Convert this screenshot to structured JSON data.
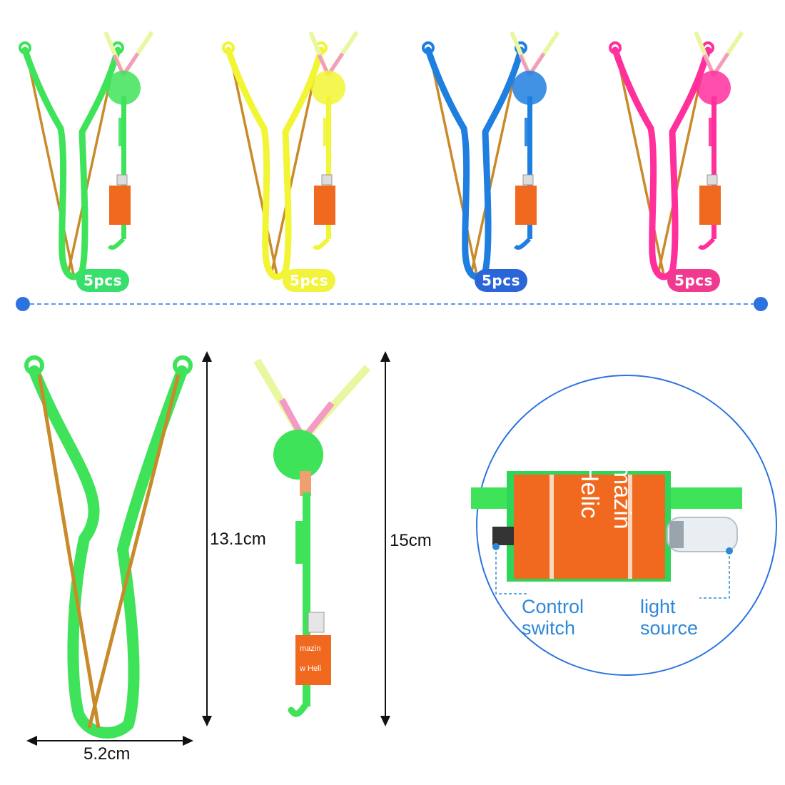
{
  "variants": [
    {
      "count": "5pcs",
      "color": "#3fe35a",
      "badge_color": "#39df6c"
    },
    {
      "count": "5pcs",
      "color": "#f2f534",
      "badge_color": "#f1f43a"
    },
    {
      "count": "5pcs",
      "color": "#1f7fe0",
      "badge_color": "#2a66d8"
    },
    {
      "count": "5pcs",
      "color": "#ff2f9c",
      "badge_color": "#f03a8f"
    }
  ],
  "divider": {
    "color": "#2a73e0"
  },
  "dimensions": {
    "slingshot_height": "13.1cm",
    "arrow_height": "15cm",
    "slingshot_width": "5.2cm"
  },
  "detail": {
    "label_text_line1": "mazin",
    "label_text_line2": "Helic",
    "control_line1": "Control",
    "control_line2": "switch",
    "light_line1": "light",
    "light_line2": "source"
  },
  "colors": {
    "rubber_band": "#c98a2a",
    "label_orange": "#f0691f",
    "callout_blue": "#2f88d6",
    "circle_border": "#2a73e0"
  }
}
